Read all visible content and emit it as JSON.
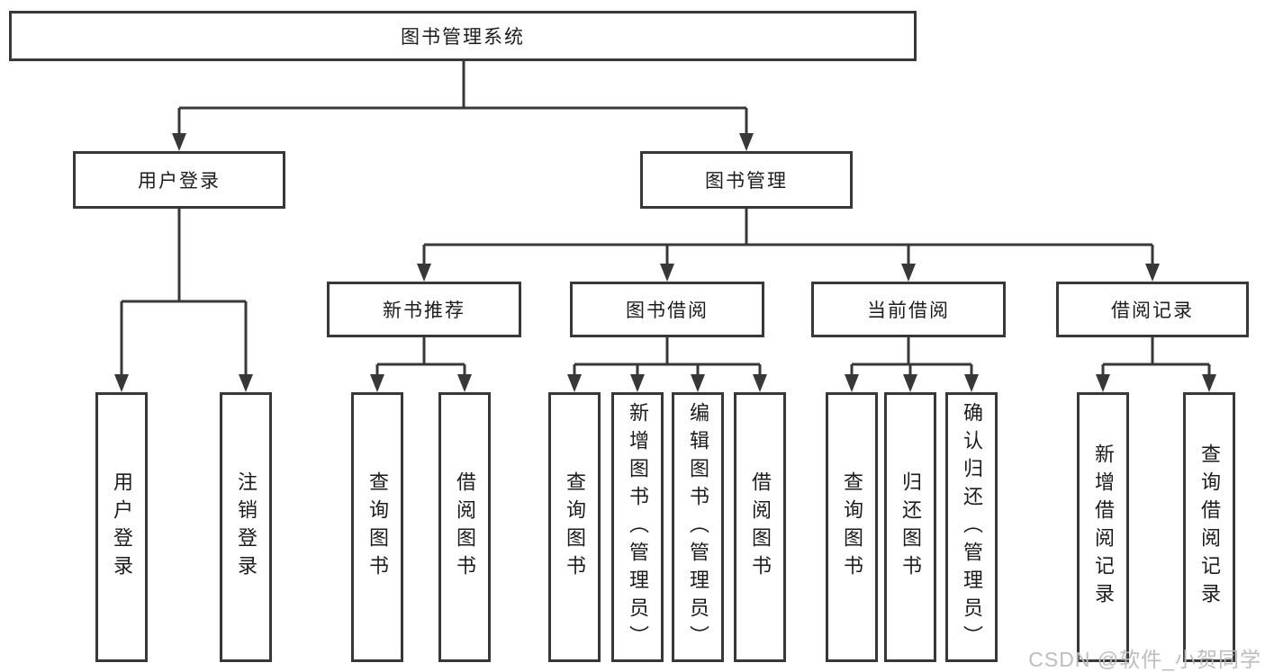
{
  "diagram_type": "hierarchy-flowchart",
  "colors": {
    "line": "#383838",
    "box_border": "#383838",
    "text": "#1c1c1c",
    "background": "#ffffff",
    "watermark": "#b9b9b9"
  },
  "watermark": {
    "text": "CSDN @软件_小贺同学"
  },
  "tree": {
    "root": {
      "label": "图书管理系统"
    },
    "level2": [
      {
        "label": "用户登录",
        "parent": "图书管理系统"
      },
      {
        "label": "图书管理",
        "parent": "图书管理系统"
      }
    ],
    "level3": [
      {
        "label": "新书推荐",
        "parent": "图书管理"
      },
      {
        "label": "图书借阅",
        "parent": "图书管理"
      },
      {
        "label": "当前借阅",
        "parent": "图书管理"
      },
      {
        "label": "借阅记录",
        "parent": "图书管理"
      }
    ],
    "leaves": [
      {
        "label": "用户登录",
        "parent": "用户登录"
      },
      {
        "label": "注销登录",
        "parent": "用户登录"
      },
      {
        "label": "查询图书",
        "parent": "新书推荐"
      },
      {
        "label": "借阅图书",
        "parent": "新书推荐"
      },
      {
        "label": "查询图书",
        "parent": "图书借阅"
      },
      {
        "label": "新增图书（管理员）",
        "parent": "图书借阅"
      },
      {
        "label": "编辑图书（管理员）",
        "parent": "图书借阅"
      },
      {
        "label": "借阅图书",
        "parent": "图书借阅"
      },
      {
        "label": "查询图书",
        "parent": "当前借阅"
      },
      {
        "label": "归还图书",
        "parent": "当前借阅"
      },
      {
        "label": "确认归还（管理员）",
        "parent": "当前借阅"
      },
      {
        "label": "新增借阅记录",
        "parent": "借阅记录"
      },
      {
        "label": "查询借阅记录",
        "parent": "借阅记录"
      }
    ]
  }
}
